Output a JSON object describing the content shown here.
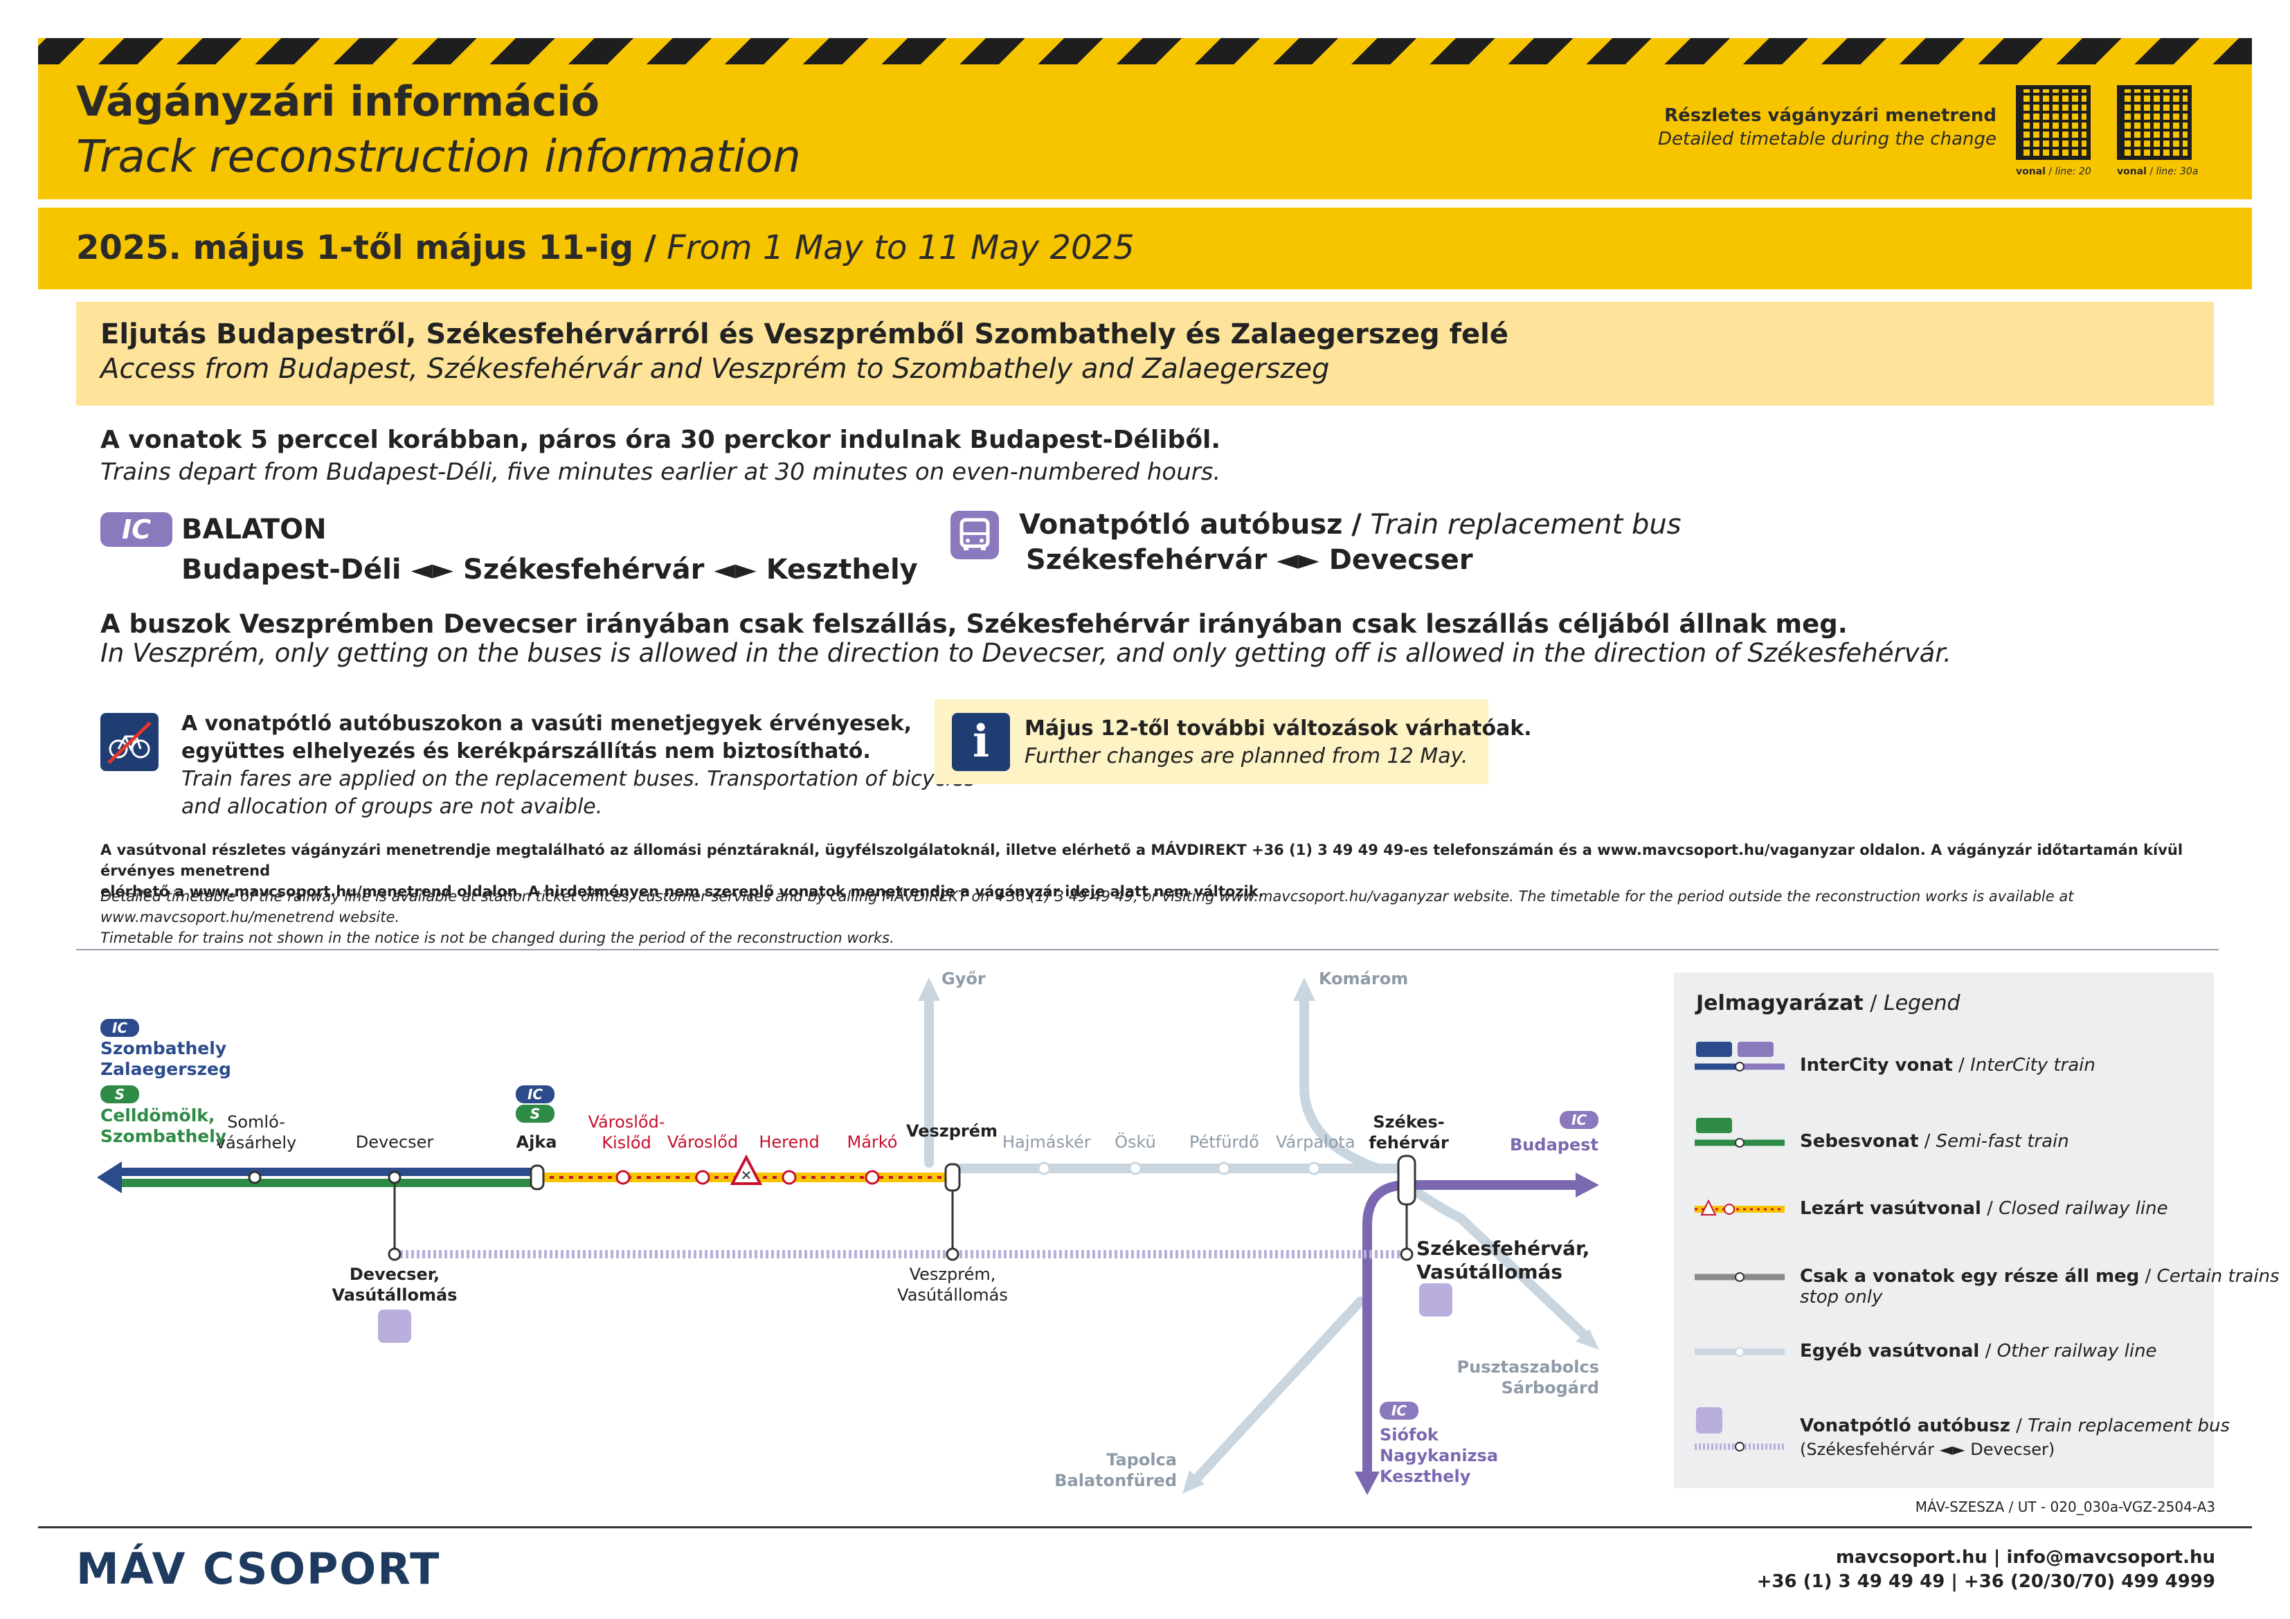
{
  "header": {
    "title_hu": "Vágányzári információ",
    "title_en": "Track reconstruction information",
    "timetable_hu": "Részletes vágányzári menetrend",
    "timetable_en": "Detailed timetable during the change",
    "qr": [
      {
        "line_hu": "vonal",
        "line_en": "line: 20"
      },
      {
        "line_hu": "vonal",
        "line_en": "line: 30a"
      }
    ],
    "date_hu": "2025. május 1-től május 11-ig",
    "date_sep": "/",
    "date_en": "From 1 May to 11 May 2025"
  },
  "access": {
    "hu": "Eljutás Budapestről, Székesfehérvárról és Veszprémből Szombathely és Zalaegerszeg felé",
    "en": "Access from Budapest, Székesfehérvár and Veszprém to Szombathely and Zalaegerszeg"
  },
  "departure": {
    "hu": "A vonatok 5 perccel korábban, páros óra 30 perckor indulnak Budapest-Déliből.",
    "en": "Trains depart from Budapest-Déli, five minutes earlier at 30 minutes on even-numbered hours."
  },
  "ic_train": {
    "name": "BALATON",
    "route": "Budapest-Déli ◄► Székesfehérvár ◄► Keszthely"
  },
  "bus": {
    "title_hu": "Vonatpótló autóbusz",
    "title_sep": "/",
    "title_en": "Train replacement bus",
    "route": "Székesfehérvár ◄► Devecser"
  },
  "bus_rule": {
    "hu": "A buszok Veszprémben Devecser irányában csak felszállás, Székesfehérvár irányában csak leszállás céljából állnak meg.",
    "en": "In Veszprém, only getting on the buses is allowed in the direction to Devecser, and only getting off is allowed in the direction of Székesfehérvár."
  },
  "bike_notice": {
    "hu1": "A vonatpótló autóbuszokon a vasúti menetjegyek érvényesek,",
    "hu2": "együttes elhelyezés és kerékpárszállítás nem biztosítható.",
    "en1": "Train fares are applied on the replacement buses. Transportation of bicycles",
    "en2": "and allocation of groups are not avaible."
  },
  "info_notice": {
    "hu": "Május 12-től további változások várhatóak.",
    "en": "Further changes are planned from 12 May."
  },
  "fine_print": {
    "hu1": "A vasútvonal részletes vágányzári menetrendje megtalálható az állomási pénztáraknál, ügyfélszolgálatoknál, illetve elérhető a MÁVDIREKT +36 (1) 3 49 49 49-es telefonszámán és a www.mavcsoport.hu/vaganyzar oldalon. A vágányzár időtartamán kívül érvényes menetrend",
    "hu2": "elérhető a www.mavcsoport.hu/menetrend oldalon. A hirdetményen nem szereplő vonatok menetrendje a vágányzár ideje alatt nem változik.",
    "en1": "Detailed timetable of the railway line is available at station ticket offices, customer services and by calling MÁVDIREKT on +36 (1) 3 49 49 49, or visiting www.mavcsoport.hu/vaganyzar website. The timetable for the period outside the reconstruction works is available at www.mavcsoport.hu/menetrend website.",
    "en2": "Timetable for trains not shown in the notice is not be changed during the period of the reconstruction works."
  },
  "map": {
    "west_ic": "Szombathely\nZalaegerszeg",
    "west_s": "Celldömölk,\nSzombathely",
    "somlo": "Somló-\nvásárhely",
    "devecser": "Devecser",
    "ajka": "Ajka",
    "varoslod_kislod": "Városlőd-\nKislőd",
    "varoslod": "Városlőd",
    "herend": "Herend",
    "marko": "Márkó",
    "veszprem": "Veszprém",
    "gyor": "Győr",
    "hajmasker": "Hajmáskér",
    "oskü": "Öskü",
    "petfurdo": "Pétfürdő",
    "varpalota": "Várpalota",
    "komarom": "Komárom",
    "szfv": "Székes-\nfehérvár",
    "budapest": "Budapest",
    "devecser_vas": "Devecser,\nVasútállomás",
    "veszprem_vas": "Veszprém,\nVasútállomás",
    "szfv_vas": "Székesfehérvár,\nVasútállomás",
    "pusztaszabolcs": "Pusztaszabolcs\nSárbogárd",
    "tapolca": "Tapolca\nBalatonfüred",
    "siofok": "Siófok\nNagykanizsa\nKeszthely"
  },
  "legend": {
    "title_hu": "Jelmagyarázat",
    "title_sep": "/",
    "title_en": "Legend",
    "items": [
      {
        "hu": "InterCity vonat",
        "en": "InterCity train"
      },
      {
        "hu": "Sebesvonat",
        "en": "Semi-fast train"
      },
      {
        "hu": "Lezárt vasútvonal",
        "en": "Closed railway line"
      },
      {
        "hu": "Csak a vonatok egy része áll meg",
        "en": "Certain trains stop only"
      },
      {
        "hu": "Egyéb vasútvonal",
        "en": "Other railway line"
      },
      {
        "hu": "Vonatpótló autóbusz",
        "en": "Train replacement bus",
        "note": "(Székesfehérvár ◄► Devecser)"
      }
    ]
  },
  "footer": {
    "code": "MÁV-SZESZA / UT - 020_030a-VGZ-2504-A3",
    "brand": "MÁV CSOPORT",
    "contact1": "mavcsoport.hu | info@mavcsoport.hu",
    "contact2": "+36 (1) 3 49 49 49 | +36 (20/30/70) 499 4999"
  },
  "badges": {
    "ic": "IC",
    "s": "S"
  },
  "colors": {
    "yellow": "#f7c400",
    "ic_blue": "#2b4b8c",
    "ic_purple": "#8a79bc",
    "semi_fast_green": "#2e8b45",
    "closed_red": "#c8102e",
    "other_line": "#c9d6e0",
    "bus_line": "#b9aedc"
  }
}
